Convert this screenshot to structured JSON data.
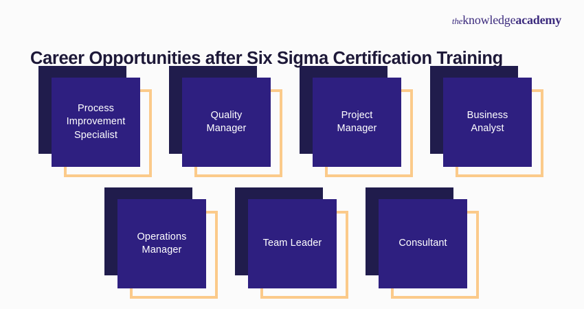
{
  "background_color": "#fbfbfb",
  "logo": {
    "part_the": "the",
    "part_knowledge": "knowledge",
    "part_academy": "academy",
    "color": "#3b2a7d"
  },
  "title": {
    "text": "Career Opportunities after Six Sigma Certification Training",
    "color": "#1d1838"
  },
  "card_style": {
    "back_color": "#201c4c",
    "main_color": "#2e1f80",
    "outline_color": "#fbca8a",
    "text_color": "#ffffff"
  },
  "rows": [
    {
      "row_index": 1,
      "cards": [
        {
          "label": "Process\nImprovement\nSpecialist"
        },
        {
          "label": "Quality\nManager"
        },
        {
          "label": "Project\nManager"
        },
        {
          "label": "Business\nAnalyst"
        }
      ]
    },
    {
      "row_index": 2,
      "cards": [
        {
          "label": "Operations\nManager"
        },
        {
          "label": "Team Leader"
        },
        {
          "label": "Consultant"
        }
      ]
    }
  ]
}
